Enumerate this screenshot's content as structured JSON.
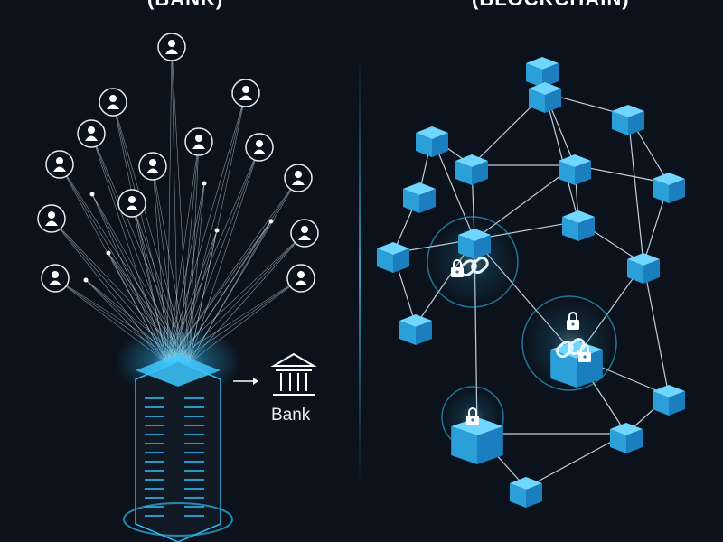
{
  "left_panel": {
    "title": "(BANK)",
    "bank_label": "Bank",
    "icons": [
      "user-icon",
      "server-icon",
      "bank-icon",
      "arrow-right-icon"
    ]
  },
  "right_panel": {
    "title": "(BLOCKCHAIN)",
    "icons": [
      "cube-node-icon",
      "lock-icon",
      "chain-link-icon"
    ]
  },
  "colors": {
    "background": "#0b121b",
    "accent": "#2fb8f0",
    "glow": "#7fe6ff",
    "line": "#dfe8ef"
  }
}
